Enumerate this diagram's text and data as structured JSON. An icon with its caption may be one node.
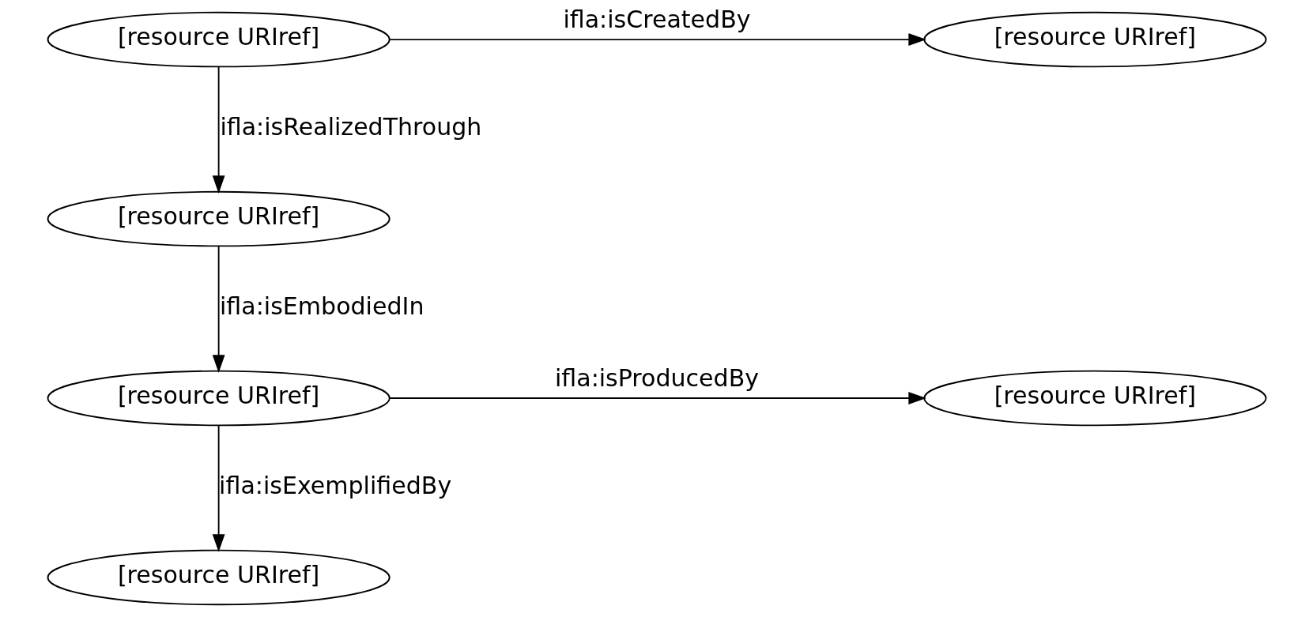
{
  "diagram": {
    "nodes": [
      {
        "text": [
          "[resource URIref]"
        ]
      },
      {
        "text": [
          "[resource URIref]"
        ]
      },
      {
        "text": [
          "[resource URIref]"
        ]
      },
      {
        "text": [
          "[resource URIref]"
        ]
      },
      {
        "text": [
          "[resource URIref]"
        ]
      },
      {
        "text": [
          "[resource URIref]"
        ]
      }
    ],
    "edges": [
      {
        "from": 0,
        "to": 1,
        "arrow": "to",
        "label": "ifla:isCreatedBy"
      },
      {
        "from": 0,
        "to": 2,
        "arrow": "to",
        "label": "ifla:isRealizedThrough"
      },
      {
        "from": 2,
        "to": 3,
        "arrow": "to",
        "label": "ifla:isEmbodiedIn"
      },
      {
        "from": 3,
        "to": 4,
        "arrow": "to",
        "label": "ifla:isProducedBy"
      },
      {
        "from": 3,
        "to": 5,
        "arrow": "to",
        "label": "ifla:isExemplifiedBy"
      }
    ]
  }
}
